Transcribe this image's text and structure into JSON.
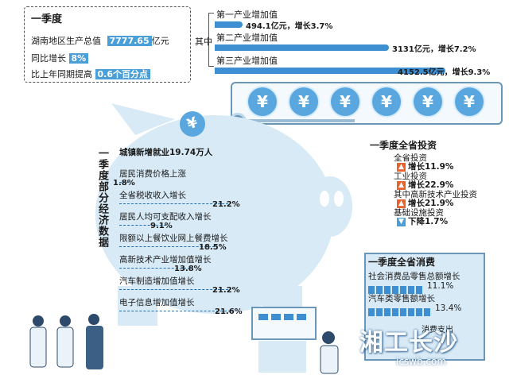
{
  "q1_box": {
    "title": "一季度",
    "gdp_label": "湖南地区生产总值",
    "gdp_value": "7777.65",
    "gdp_unit": "亿元",
    "growth_label": "同比增长",
    "growth_value": "8%",
    "prev_label": "比上年同期提高",
    "prev_value": "0.6个百分点"
  },
  "breakdown_connector": "其中",
  "colors": {
    "accent": "#4a9fd8",
    "bar": "#3d8fd1",
    "pig": "#d8eaf6",
    "up": "#e8622b"
  },
  "chart_data": [
    {
      "type": "bar",
      "orientation": "horizontal",
      "categories": [
        "第一产业增加值",
        "第二产业增加值",
        "第三产业增加值"
      ],
      "values": [
        494.1,
        3131,
        4152.5
      ],
      "labels": [
        "494.1亿元，增长3.7%",
        "3131亿元，增长7.2%",
        "4152.5亿元，增长9.3%"
      ]
    },
    {
      "type": "bar",
      "orientation": "horizontal",
      "title": "一季度部分经济数据",
      "categories": [
        "城镇新增就业19.74万人",
        "居民消费价格上涨",
        "全省税收收入增长",
        "居民人均可支配收入增长",
        "限额以上餐饮业网上餐费增长",
        "高新技术产业增加值增长",
        "汽车制造增加值增长",
        "电子信息增加值增长"
      ],
      "values": [
        null,
        1.8,
        21.2,
        9.1,
        18.5,
        13.8,
        21.2,
        21.6
      ],
      "labels": [
        "",
        "1.8%",
        "21.2%",
        "9.1%",
        "18.5%",
        "13.8%",
        "21.2%",
        "21.6%"
      ]
    }
  ],
  "investment": {
    "title": "一季度全省投资",
    "items": [
      {
        "label": "全省投资",
        "direction": "up",
        "value": "增长11.9%"
      },
      {
        "label": "工业投资",
        "direction": "up",
        "value": "增长22.9%"
      },
      {
        "label": "其中高新技术产业投资",
        "direction": "up",
        "value": "增长21.9%"
      },
      {
        "label": "基础设施投资",
        "direction": "down",
        "value": "下降1.7%"
      }
    ]
  },
  "consumption": {
    "title": "一季度全省消费",
    "items": [
      {
        "label": "社会消费品零售总额增长",
        "value": "11.1%",
        "level": 11.1
      },
      {
        "label": "汽车类零售额增长",
        "value": "13.4%",
        "level": 13.4
      }
    ],
    "footer": "消费支出"
  },
  "yuan_symbol": "¥",
  "watermark": {
    "text": "湘工长沙",
    "sub": "icswb.com"
  }
}
